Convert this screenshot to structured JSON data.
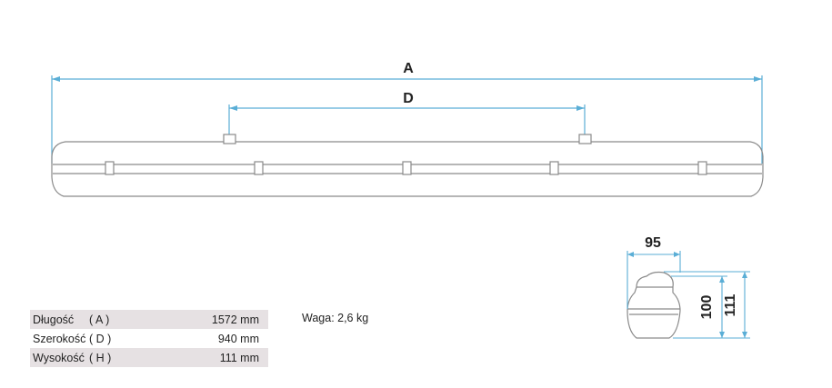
{
  "dimensions": {
    "length_label": "A",
    "width_label": "D",
    "end_width": "95",
    "end_height_inner": "100",
    "end_height_outer": "111"
  },
  "specs": [
    {
      "name": "Długość",
      "code": "( A )",
      "value": "1572 mm"
    },
    {
      "name": "Szerokość",
      "code": "( D )",
      "value": "940 mm"
    },
    {
      "name": "Wysokość",
      "code": "( H )",
      "value": "111 mm"
    }
  ],
  "weight": "Waga: 2,6 kg",
  "colors": {
    "dimension_line": "#5aaed6",
    "outline": "#8a8a8a",
    "row_shade": "#e6e1e3"
  }
}
